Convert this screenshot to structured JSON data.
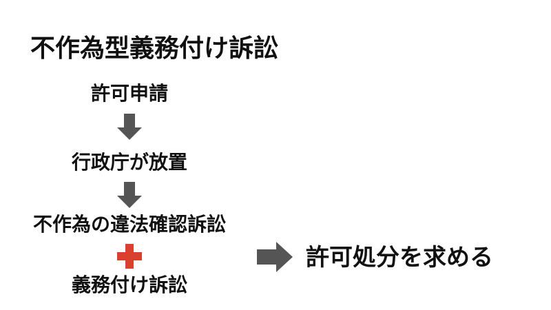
{
  "title": "不作為型義務付け訴訟",
  "steps": [
    "許可申請",
    "行政庁が放置",
    "不作為の違法確認訴訟",
    "義務付け訴訟"
  ],
  "result": "許可処分を求める",
  "icons": {
    "down_arrow": "down-arrow-icon",
    "plus": "plus-icon",
    "right_arrow": "right-arrow-icon"
  },
  "colors": {
    "text": "#111111",
    "arrow": "#555555",
    "plus": "#d9412e"
  }
}
